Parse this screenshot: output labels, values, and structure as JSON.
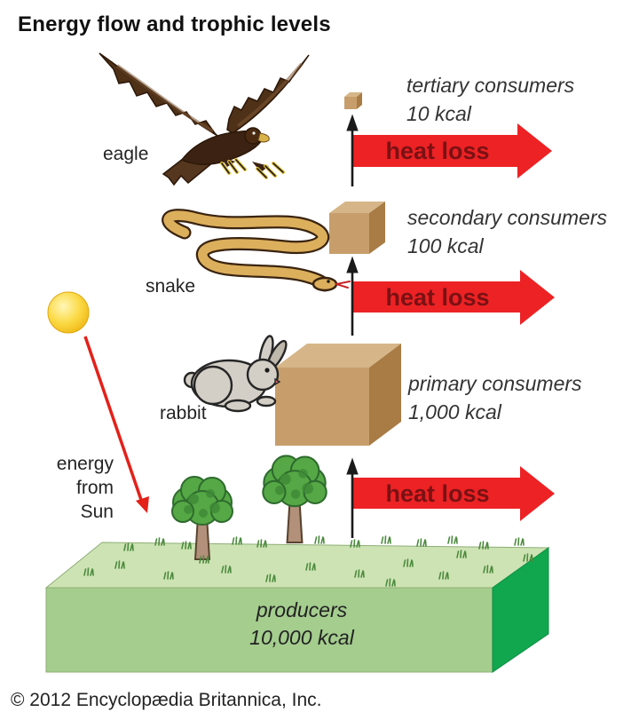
{
  "title": "Energy flow and trophic levels",
  "copyright": "© 2012 Encyclopædia Britannica, Inc.",
  "heat_loss_label": "heat loss",
  "sun": {
    "label": "energy from Sun"
  },
  "trophic_levels": [
    {
      "label": "tertiary consumers",
      "energy": "10 kcal",
      "organism": "eagle"
    },
    {
      "label": "secondary consumers",
      "energy": "100 kcal",
      "organism": "snake"
    },
    {
      "label": "primary consumers",
      "energy": "1,000 kcal",
      "organism": "rabbit"
    },
    {
      "label": "producers",
      "energy": "10,000 kcal"
    }
  ],
  "colors": {
    "heat_arrow_red": "#ed2224",
    "heat_text": "#7a1114",
    "cube_front": "#c79e6b",
    "cube_top": "#d6b688",
    "cube_side": "#a97b45",
    "slab_front": "#a4cd8e",
    "slab_top": "#cde3b3",
    "slab_side": "#10a74f",
    "sun_yellow": "#f5c524"
  }
}
